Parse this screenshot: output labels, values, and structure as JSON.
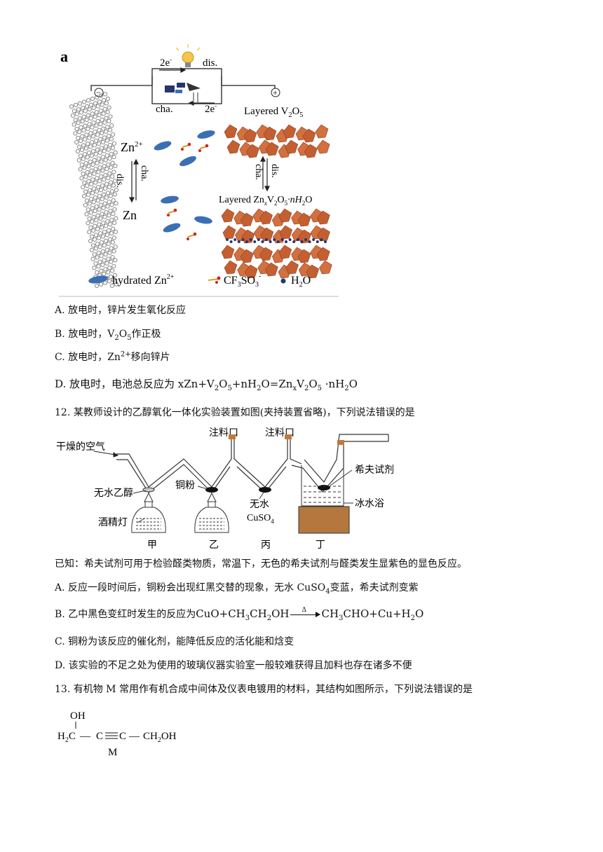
{
  "figure_a": {
    "panel_letter": "a",
    "electron_top": "2e",
    "electron_top_sup": "-",
    "discharge_top": "dis.",
    "charge_bottom": "cha.",
    "electron_bottom": "2e",
    "electron_bottom_sup": "-",
    "minus": "−",
    "plus": "+",
    "layered_v2o5": "Layered  V",
    "layered_v2o5_sub1": "2",
    "layered_v2o5_mid": "O",
    "layered_v2o5_sub2": "5",
    "zn_ion": "Zn",
    "zn_ion_sup": "2+",
    "zn_metal": "Zn",
    "left_cha": "cha.",
    "left_dis": "dis.",
    "right_dis": "dis.",
    "right_cha": "cha.",
    "layered_znv": "Layered  Zn",
    "layered_znv_x": "x",
    "layered_znv_v": "V",
    "layered_znv_2": "2",
    "layered_znv_o": "O",
    "layered_znv_5": "5",
    "layered_znv_tail": "·nH",
    "layered_znv_h2sub": "2",
    "layered_znv_end": "O",
    "legend_hydrated": "hydrated Zn",
    "legend_hydrated_sup": "2+",
    "legend_triflate": "CF",
    "legend_triflate_sub": "3",
    "legend_triflate_mid": "SO",
    "legend_triflate_sub2": "3",
    "legend_triflate_sup": "-",
    "legend_water": "H",
    "legend_water_sub": "2",
    "legend_water_end": "O"
  },
  "q11": {
    "A": "A.  放电时，锌片发生氧化反应",
    "B_pre": "B.  放电时，V",
    "B_sub1": "2",
    "B_mid": "O",
    "B_sub2": "5",
    "B_post": "作正极",
    "C_pre": "C.  放电时，Zn",
    "C_sup": "2+",
    "C_post": "移向锌片",
    "D_pre": "D.  放电时，电池总反应为 xZn+V",
    "D_s1": "2",
    "D_m1": "O",
    "D_s2": "5",
    "D_m2": "+nH",
    "D_s3": "2",
    "D_m3": "O=Zn",
    "D_s4": "x",
    "D_m4": "V",
    "D_s5": "2",
    "D_m5": "O",
    "D_s6": "5",
    "D_m6": " ·nH",
    "D_s7": "2",
    "D_end": "O"
  },
  "q12": {
    "stem": "12. 某教师设计的乙醇氧化一体化实验装置如图(夹持装置省略)，下列说法错误的是",
    "fig": {
      "dry_air": "干燥的空气",
      "inlet1": "注料口",
      "inlet2": "注料口",
      "schiff": "希夫试剂",
      "ethanol": "无水乙醇",
      "copper": "铜粉",
      "cuso4_a": "无水",
      "cuso4_b": "CuSO",
      "cuso4_sub": "4",
      "ice": "冰水浴",
      "lamp": "酒精灯",
      "jia": "甲",
      "yi": "乙",
      "bing": "丙",
      "ding": "丁"
    },
    "known": "已知：希夫试剂可用于检验醛类物质，常温下，无色的希夫试剂与醛类发生显紫色的显色反应。",
    "A_pre": "A.  反应一段时间后，铜粉会出现红黑交替的现象，无水 CuSO",
    "A_sub": "4",
    "A_post": "变蓝，希夫试剂变紫",
    "B_pre": "B.  乙中黑色变红时发生的反应为",
    "B_eq1": "CuO+CH",
    "B_s1": "3",
    "B_eq2": "CH",
    "B_s2": "2",
    "B_eq3": "OH",
    "B_delta": "Δ",
    "B_eq4": "CH",
    "B_s3": "3",
    "B_eq5": "CHO+Cu+H",
    "B_s4": "2",
    "B_eq6": "O",
    "C": "C.  铜粉为该反应的催化剂，能降低反应的活化能和焓变",
    "D": "D.  该实验的不足之处为使用的玻璃仪器实验室一般较难获得且加料也存在诸多不便"
  },
  "q13": {
    "stem": "13. 有机物 M 常用作有机合成中间体及仪表电镀用的材料，其结构如图所示，下列说法错误的是",
    "oh_top": "OH",
    "h2c": "H",
    "h2c_sub": "2",
    "h2c_c": "C",
    "dash1": "—",
    "c1": "C",
    "c2": "C",
    "dash2": "—",
    "ch2oh": "CH",
    "ch2oh_sub": "2",
    "ch2oh_end": "OH",
    "label_m": "M"
  },
  "colors": {
    "orange": "#d2703f",
    "dark_orange": "#a6482a",
    "blue": "#3a6fb3",
    "navy": "#27356e",
    "gray": "#8a8a8a",
    "brown": "#b5773e"
  }
}
